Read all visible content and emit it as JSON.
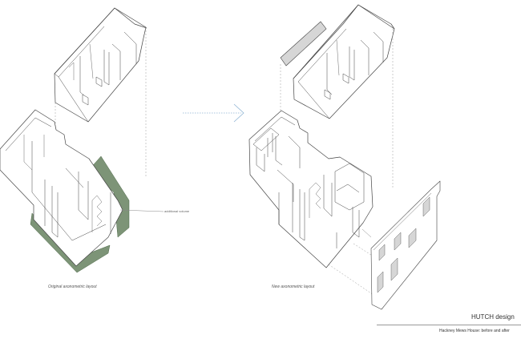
{
  "captions": {
    "original": "Original axonometric layout",
    "new": "New axonometric layout"
  },
  "annotations": {
    "additional_volume": "additional volume"
  },
  "title_block": {
    "brand": "HUTCH design",
    "subtitle": "Hackney Mews House: before and after"
  },
  "colors": {
    "line": "#444444",
    "light_line": "#9a9a9a",
    "hatch": "#7d9477",
    "arrow": "#8fb4d4",
    "roof_panel": "#d6d6d6"
  },
  "icons": {
    "arrow": "right-arrow-icon"
  }
}
